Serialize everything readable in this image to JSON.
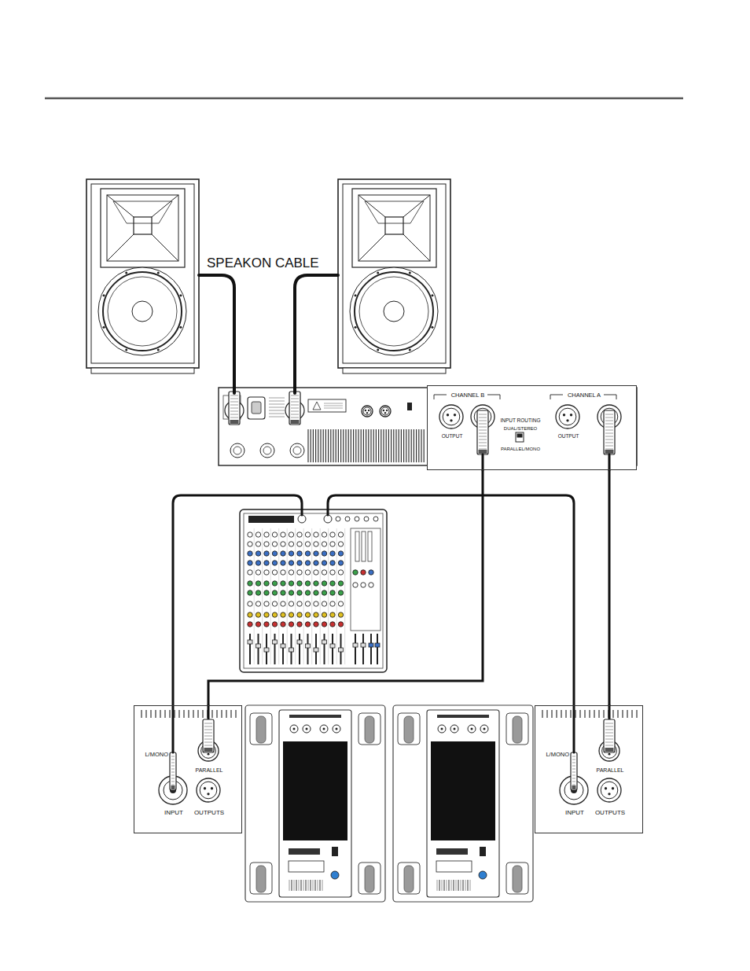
{
  "diagram": {
    "nodes": [
      {
        "text": [
          "CHANNEL B",
          "OUTPUT",
          "INPUT ROUTING",
          "DUAL/STEREO",
          "PARALLEL/MONO",
          "CHANNEL A",
          "OUTPUT"
        ]
      },
      {
        "text": [
          "L/MONO",
          "PARALLEL",
          "INPUT",
          "OUTPUTS"
        ]
      },
      {
        "text": [
          "L/MONO",
          "PARALLEL",
          "INPUT",
          "OUTPUTS"
        ]
      }
    ],
    "edges": [
      {
        "from": 0,
        "to": 1,
        "arrow": "none"
      },
      {
        "from": 0,
        "to": 2,
        "arrow": "none"
      }
    ],
    "labels": [
      "SPEAKON CABLE"
    ]
  }
}
